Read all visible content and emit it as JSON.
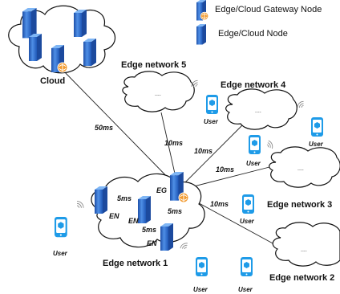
{
  "legend": {
    "gateway_label": "Edge/Cloud Gateway Node",
    "node_label": "Edge/Cloud Node"
  },
  "clouds": {
    "cloud": "Cloud",
    "net1": "Edge network 1",
    "net2": "Edge network 2",
    "net3": "Edge network 3",
    "net4": "Edge network 4",
    "net5": "Edge network 5",
    "ellipsis": "...."
  },
  "latencies": {
    "cloud_link": "50ms",
    "net5_link": "10ms",
    "net4_link": "10ms",
    "net3_link": "10ms",
    "net2_link": "10ms",
    "en_top": "5ms",
    "en_mid": "5ms",
    "en_bottom": "5ms"
  },
  "nodes": {
    "gateway": "EG",
    "edge_node": "EN"
  },
  "users": {
    "label": "User"
  },
  "colors": {
    "node_blue": "#2d6fd3",
    "node_light": "#5ea2ef",
    "gateway_orange": "#f29a2e",
    "phone_blue": "#1e9be8",
    "cloud_stroke": "#111111"
  }
}
